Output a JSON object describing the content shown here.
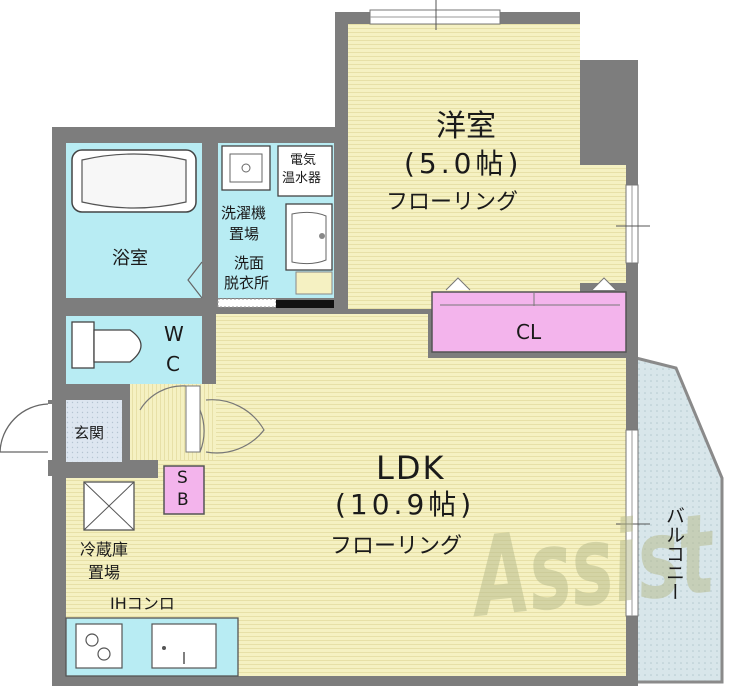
{
  "rooms": {
    "western_room": {
      "name": "洋室",
      "size": "(5.0帖)",
      "floor": "フローリング"
    },
    "ldk": {
      "name": "LDK",
      "size": "(10.9帖)",
      "floor": "フローリング"
    },
    "bathroom": {
      "name": "浴室"
    },
    "toilet": {
      "line1": "W",
      "line2": "C"
    },
    "closet": {
      "name": "CL"
    },
    "shoe_box": {
      "line1": "S",
      "line2": "B"
    },
    "entrance": {
      "name": "玄関"
    },
    "washroom": {
      "line1": "洗面",
      "line2": "脱衣所"
    },
    "washer_space": {
      "line1": "洗濯機",
      "line2": "置場"
    },
    "water_heater": {
      "line1": "電気",
      "line2": "温水器"
    },
    "fridge_space": {
      "line1": "冷蔵庫",
      "line2": "置場"
    },
    "ih_stove": {
      "name": "IHコンロ"
    },
    "balcony": {
      "name": "バルコニー"
    }
  },
  "watermark": {
    "text": "Assist"
  },
  "colors": {
    "wall": "#7d7d7d",
    "wood_floor": "#f4f0c0",
    "wet_area": "#b8ecf3",
    "closet": "#f3b4ec",
    "balcony": "#d9e6ea",
    "watermark": "#b8bc8e"
  }
}
